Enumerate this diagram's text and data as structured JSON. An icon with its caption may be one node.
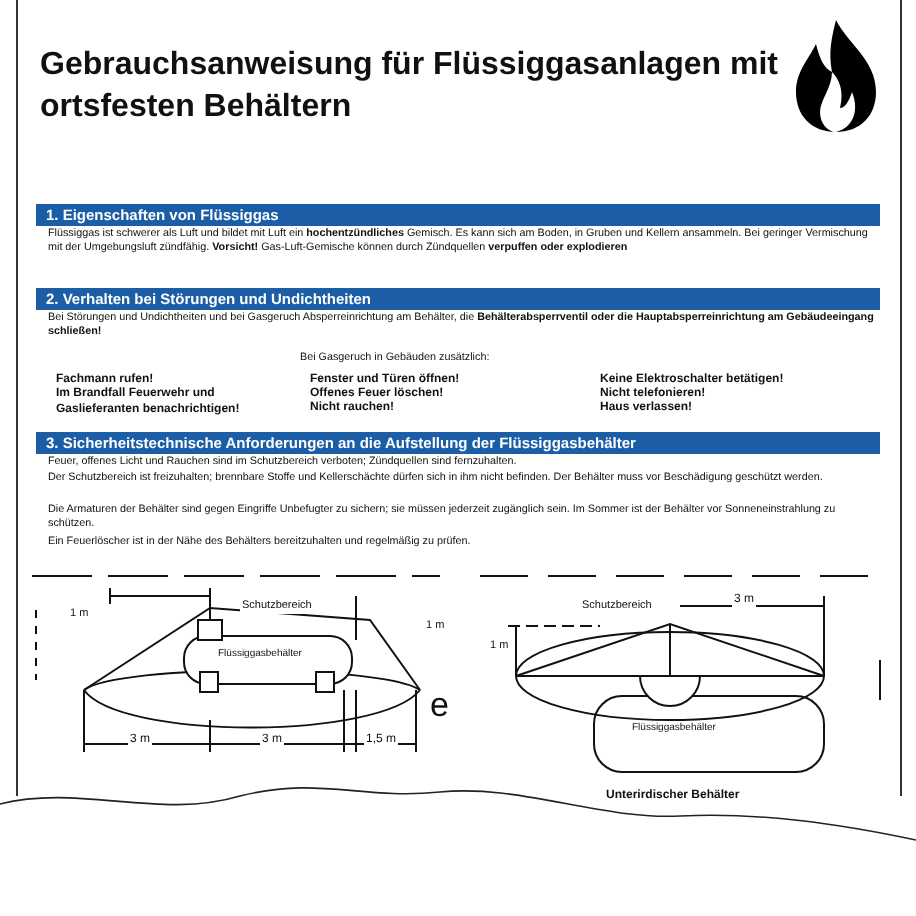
{
  "diagram": {
    "title": "Gebrauchsanweisung für Flüssiggasanlagen mit ortsfesten Behältern",
    "nodes": [
      {
        "text": [
          "1. Eigenschaften von Flüssiggas"
        ]
      },
      {
        "text": [
          "2. Verhalten bei Störungen und Undichtheiten"
        ]
      },
      {
        "text": [
          "3. Sicherheitstechnische Anforderungen an die Aufstellung der Flüssiggasbehälter"
        ]
      }
    ],
    "labels": [
      "Flüssiggas ist schwerer als Luft und bildet mit Luft ein **hochentzündliches** Gemisch. Es kann sich am Boden, in Gruben und Kellern ansammeln. Bei geringer Vermischung mit der Umgebungsluft zündfähig. **Vorsicht!** Gas-Luft-Gemische können durch Zündquellen **verpuffen oder explodieren**",
      "Bei Störungen und Undichtheiten und bei Gasgeruch Absperreinrichtung am Behälter, die **Behälterabsperrventil oder die Hauptabsperreinrichtung am Gebäudeeingang schließen!**",
      "Bei Gasgeruch in Gebäuden zusätzlich:",
      "Fachmann rufen!",
      "Im Brandfall Feuerwehr und Gaslieferanten benachrichtigen!",
      "Fenster und Türen öffnen!",
      "Offenes Feuer löschen!",
      "Nicht rauchen!",
      "Keine Elektroschalter betätigen!",
      "Nicht telefonieren!",
      "Haus verlassen!",
      "Feuer, offenes Licht und Rauchen sind im Schutzbereich verboten; Zündquellen sind fernzuhalten.",
      "Der Schutzbereich ist freizuhalten; brennbare Stoffe und Kellerschächte dürfen sich in ihm nicht befinden. Der Behälter muss vor Beschädigung geschützt werden.",
      "Die Armaturen der Behälter sind gegen Eingriffe Unbefugter zu sichern; sie müssen jederzeit zugänglich sein. Im Sommer ist der Behälter vor Sonneneinstrahlung zu schützen.",
      "Ein Feuerlöscher ist in der Nähe des Behälters bereitzuhalten und regelmäßig zu prüfen.",
      "1 m",
      "Schutzbereich",
      "1 m",
      "Flüssiggasbehälter",
      "3 m",
      "3 m",
      "1,5 m",
      "e",
      "Schutzbereich",
      "3 m",
      "1 m",
      "Flüssiggasbehälter",
      "Unterirdischer Behälter"
    ]
  }
}
